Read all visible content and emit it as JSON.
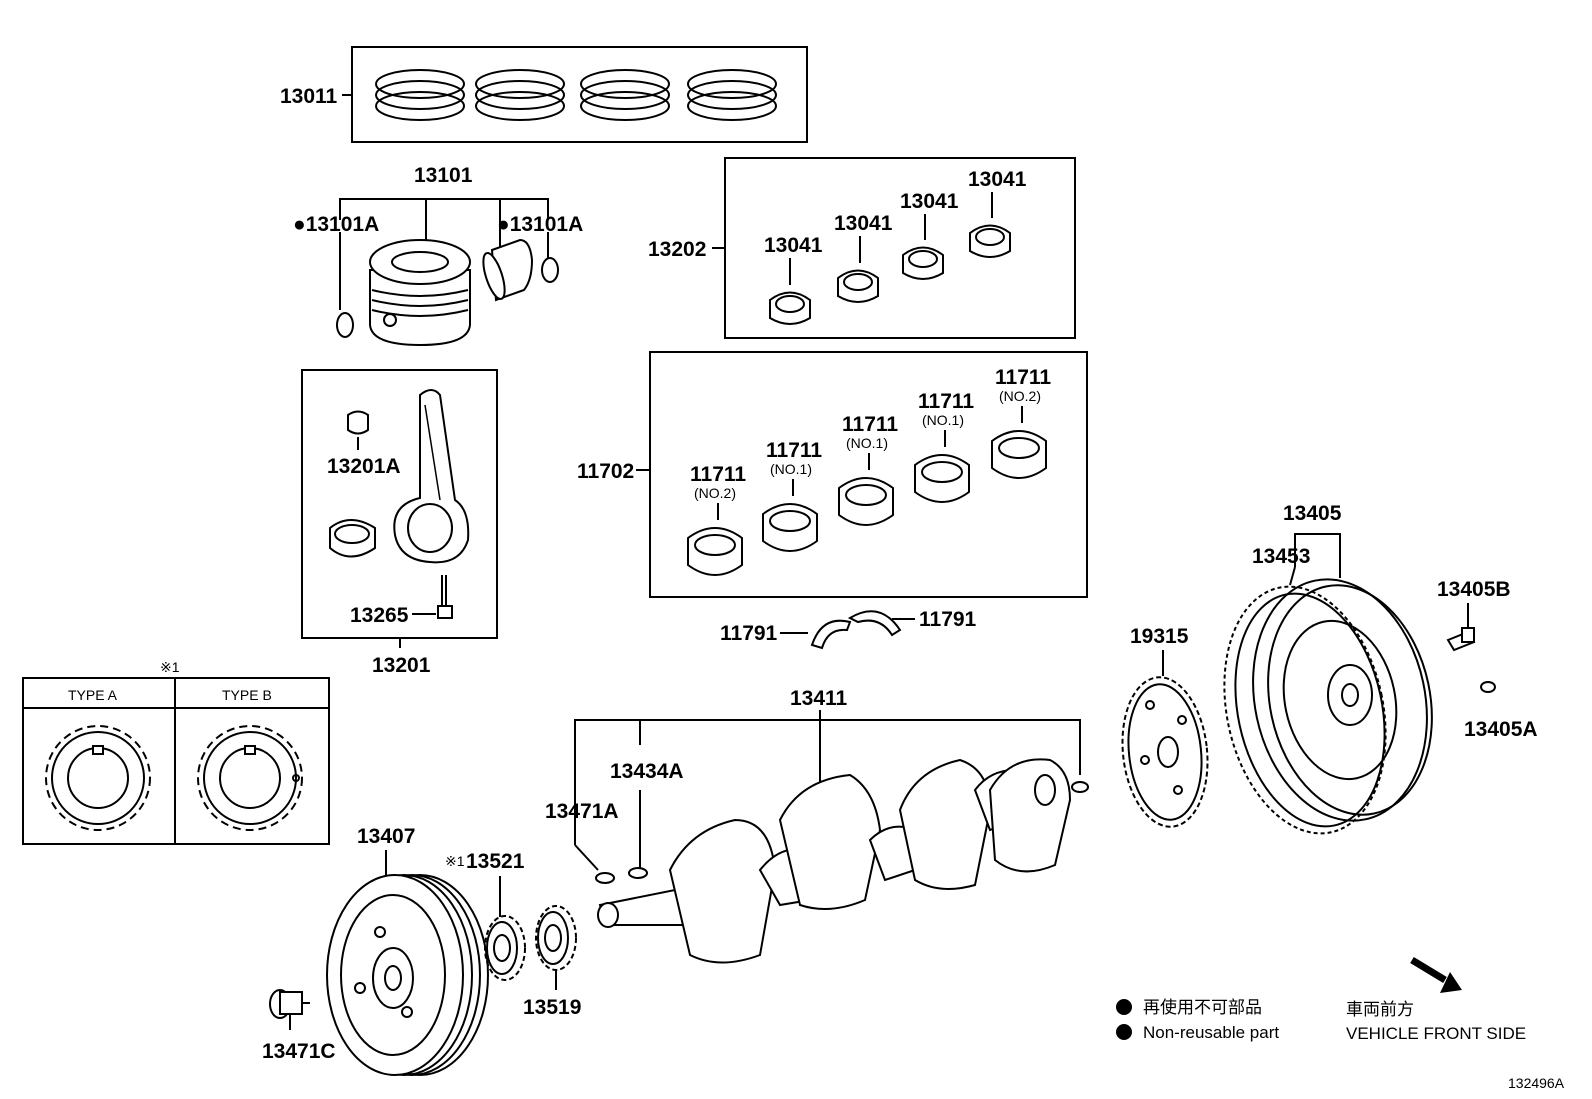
{
  "parts": {
    "p13011": "13011",
    "p13101": "13101",
    "p13101A_left": "13101A",
    "p13101A_right": "13101A",
    "p13202": "13202",
    "p13041_a": "13041",
    "p13041_b": "13041",
    "p13041_c": "13041",
    "p13041_d": "13041",
    "p13201A": "13201A",
    "p13265": "13265",
    "p13201": "13201",
    "p11702": "11702",
    "p11711_a": "11711",
    "p11711_b": "11711",
    "p11711_c": "11711",
    "p11711_d": "11711",
    "p11711_e": "11711",
    "no2_a": "(NO.2)",
    "no1_b": "(NO.1)",
    "no1_c": "(NO.1)",
    "no1_d": "(NO.1)",
    "no2_e": "(NO.2)",
    "p11791_left": "11791",
    "p11791_right": "11791",
    "p13405": "13405",
    "p13453": "13453",
    "p13405B": "13405B",
    "p19315": "19315",
    "p13405A": "13405A",
    "p13411": "13411",
    "p13434A": "13434A",
    "p13471A": "13471A",
    "p13407": "13407",
    "p13521": "13521",
    "p13519": "13519",
    "p13471C": "13471C"
  },
  "markers": {
    "note_ref": "※1",
    "note_ref_small": "※1",
    "bullet": "●"
  },
  "type_table": {
    "type_a": "TYPE A",
    "type_b": "TYPE B"
  },
  "legend": {
    "nonreusable_jp": "再使用不可部品",
    "nonreusable_en": "Non-reusable part",
    "front_jp": "車両前方",
    "front_en": "VEHICLE FRONT SIDE"
  },
  "figure_id": "132496A"
}
